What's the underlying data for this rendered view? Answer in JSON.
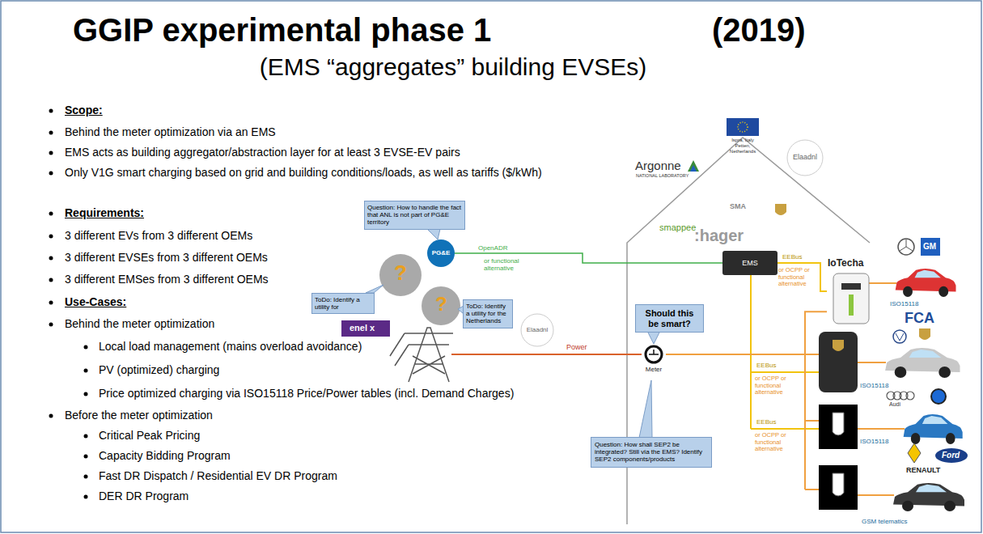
{
  "diagram": {
    "title": "GGIP experimental phase 1",
    "nodes": [
      {
        "text": [
          "Question: How to handle the fact that ANL is not part of PG&E territory"
        ]
      },
      {
        "text": [
          "PG&E"
        ]
      },
      {
        "text": [
          "ToDo: Identify a utility for"
        ]
      },
      {
        "text": [
          "ToDo: Identify a utility for the Netherlands"
        ]
      },
      {
        "text": [
          "EMS"
        ]
      },
      {
        "text": [
          "IoTecha"
        ]
      },
      {
        "text": [
          "Should this be smart?"
        ]
      },
      {
        "text": [
          "Meter"
        ]
      },
      {
        "text": [
          "Question: How shall SEP2 be integrated? Still via the EMS? Identify SEP2 components/products"
        ]
      }
    ],
    "edges": [
      {
        "from": 1,
        "to": 4,
        "arrow": "none",
        "label": "OpenADR"
      },
      {
        "from": 4,
        "to": 5,
        "arrow": "none",
        "label": "EEBus"
      },
      {
        "from": 7,
        "to": 5,
        "arrow": "none"
      }
    ],
    "labels": [
      "(2019)",
      "(EMS “aggregates” building EVSEs)",
      "Scope:",
      "Behind the meter optimization via an EMS",
      "EMS acts as building aggregator/abstraction layer for at least 3 EVSE-EV pairs",
      "Only V1G smart charging based on grid and building conditions/loads, as well as tariffs ($/kWh)",
      "Requirements:",
      "3 different EVs from 3 different OEMs",
      "3 different EVSEs from 3 different OEMs",
      "3 different EMSes from 3 different OEMs",
      "Use-Cases:",
      "Behind the meter optimization",
      "Local load management (mains overload avoidance)",
      "PV (optimized) charging",
      "Price optimized charging via ISO15118 Price/Power tables (incl. Demand Charges)",
      "Before the meter optimization",
      "Critical Peak Pricing",
      "Capacity Bidding Program",
      "Fast DR Dispatch / Residential EV DR Program",
      "DER DR Program",
      "Argonne",
      "NATIONAL LABORATORY",
      "Ispra, Italy Petten, Netherlands",
      "Elaadnl",
      "smappee",
      "SMA",
      ":hager",
      "?",
      "?",
      "enel x",
      "Elaadnl",
      "or functional alternative",
      "Power",
      "EEBus",
      "or OCPP or functional alternative",
      "EEBus",
      "or OCPP or functional alternative",
      "or OCPP or functional alternative",
      "ISO15118",
      "ISO15118",
      "ISO15118",
      "GM",
      "FCA",
      "Audi",
      "RENAULT",
      "Ford",
      "GSM telematics"
    ]
  }
}
